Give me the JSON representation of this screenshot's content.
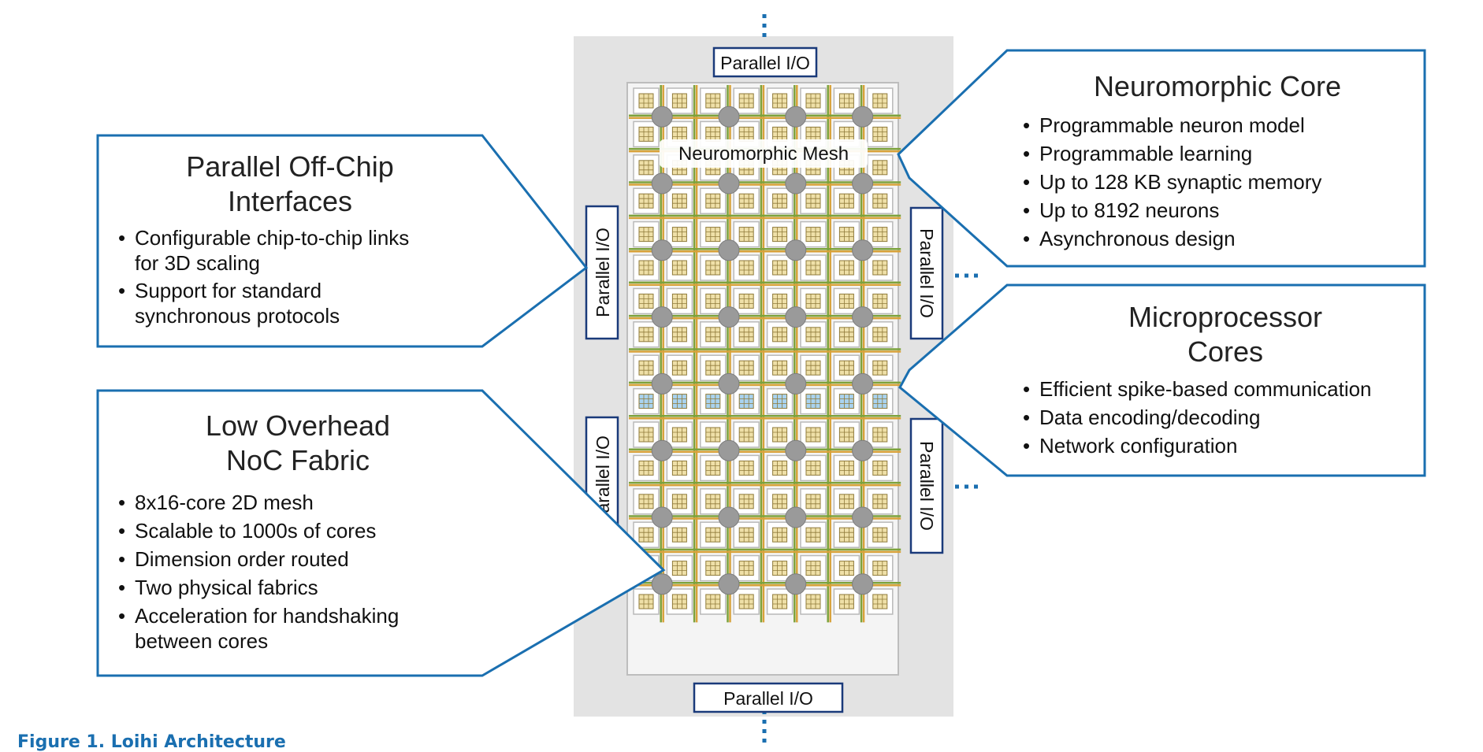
{
  "chip": {
    "io_top": "Parallel I/O",
    "io_bottom": "Parallel I/O",
    "io_left_upper": "Parallel I/O",
    "io_left_lower": "Parallel I/O",
    "io_right_upper": "Parallel I/O",
    "io_right_lower": "Parallel I/O",
    "mesh_label": "Neuromorphic Mesh"
  },
  "callouts": {
    "off_chip": {
      "title_lines": [
        "Parallel Off-Chip",
        "Interfaces"
      ],
      "bullets": [
        [
          "Configurable chip-to-chip links",
          "for 3D scaling"
        ],
        [
          "Support for standard",
          "synchronous protocols"
        ]
      ]
    },
    "noc": {
      "title_lines": [
        "Low Overhead",
        "NoC Fabric"
      ],
      "bullets": [
        [
          "8x16-core 2D mesh"
        ],
        [
          "Scalable to 1000s of cores"
        ],
        [
          "Dimension order routed"
        ],
        [
          "Two physical fabrics"
        ],
        [
          "Acceleration for handshaking",
          "between cores"
        ]
      ]
    },
    "neuro_core": {
      "title_lines": [
        "Neuromorphic Core"
      ],
      "bullets": [
        [
          "Programmable neuron model"
        ],
        [
          "Programmable learning"
        ],
        [
          "Up to 128 KB synaptic memory"
        ],
        [
          "Up to 8192 neurons"
        ],
        [
          "Asynchronous design"
        ]
      ]
    },
    "microprocessor": {
      "title_lines": [
        "Microprocessor",
        "Cores"
      ],
      "bullets": [
        [
          "Efficient spike-based communication"
        ],
        [
          "Data encoding/decoding"
        ],
        [
          "Network configuration"
        ]
      ]
    }
  },
  "caption": "Figure 1. Loihi Architecture",
  "colors": {
    "callout_border": "#1a6fb0",
    "io_border": "#1a3a7a",
    "panel_bg": "#e3e3e3",
    "core_fill": "#efe0a8",
    "micro_fill": "#a9d3ef",
    "router": "#9a9a9a",
    "link_green": "#7da23c",
    "link_orange": "#d8a23a",
    "ellipsis": "#1a6fb0"
  }
}
